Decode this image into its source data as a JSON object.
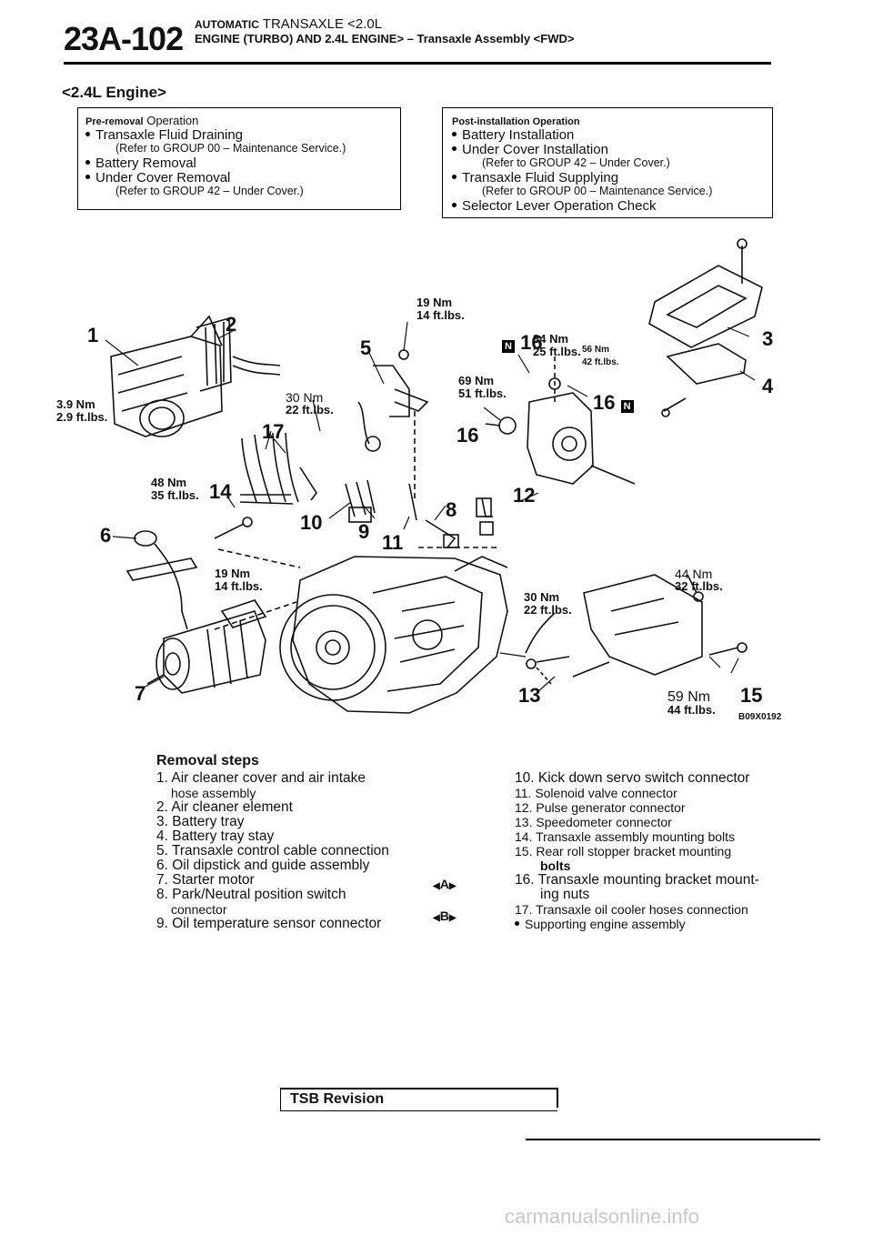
{
  "header": {
    "page_number": "23A-102",
    "line1_bold": "AUTOMATIC",
    "line1_rest": "TRANSAXLE <2.0L",
    "line2": "ENGINE (TURBO) AND 2.4L ENGINE> – Transaxle Assembly <FWD>"
  },
  "section_title": "<2.4L Engine>",
  "pre_removal": {
    "head_small": "Pre-removal",
    "head_rest": "Operation",
    "items": [
      {
        "text": "Transaxle Fluid Draining",
        "ref": "(Refer to GROUP 00 – Maintenance Service.)"
      },
      {
        "text": "Battery Removal",
        "ref": ""
      },
      {
        "text": "Under Cover Removal",
        "ref": "(Refer to GROUP 42 – Under Cover.)"
      }
    ]
  },
  "post_installation": {
    "head": "Post-installation Operation",
    "items": [
      {
        "text": "Battery Installation",
        "ref": ""
      },
      {
        "text": "Under Cover Installation",
        "ref": "(Refer to GROUP 42 – Under Cover.)"
      },
      {
        "text": "Transaxle Fluid Supplying",
        "ref": "(Refer to GROUP 00 – Maintenance Service.)"
      },
      {
        "text": "Selector Lever Operation Check",
        "ref": ""
      }
    ]
  },
  "diagram": {
    "figure_code": "B09X0192",
    "part_labels": [
      "1",
      "2",
      "3",
      "4",
      "5",
      "6",
      "7",
      "8",
      "9",
      "10",
      "11",
      "12",
      "13",
      "14",
      "15",
      "16",
      "16",
      "16",
      "17"
    ],
    "torques": {
      "t_3_9": [
        "3.9 Nm",
        "2.9 ft.lbs."
      ],
      "t_19a": [
        "19 Nm",
        "14 ft.lbs."
      ],
      "t_34": [
        "34 Nm",
        "25 ft.lbs."
      ],
      "t_56": [
        "56 Nm",
        "42 ft.lbs."
      ],
      "t_30a": [
        "30 Nm",
        "22 ft.lbs."
      ],
      "t_69": [
        "69 Nm",
        "51 ft.lbs."
      ],
      "t_48": [
        "48 Nm",
        "35 ft.lbs."
      ],
      "t_19b": [
        "19 Nm",
        "14 ft.lbs."
      ],
      "t_44": [
        "44 Nm",
        "32 ft.lbs."
      ],
      "t_30b": [
        "30 Nm",
        "22 ft.lbs."
      ],
      "t_59": [
        "59 Nm",
        "44 ft.lbs."
      ]
    },
    "badge": "N"
  },
  "removal": {
    "title": "Removal steps",
    "left": [
      "1. Air cleaner cover and air intake",
      "hose assembly",
      "2. Air cleaner element",
      "3. Battery tray",
      "4. Battery tray stay",
      "5. Transaxle control cable connection",
      "6. Oil dipstick and guide assembly",
      "7. Starter motor",
      "8. Park/Neutral position switch",
      "connector",
      "9. Oil temperature sensor connector"
    ],
    "markers": [
      "A",
      "B"
    ],
    "right": [
      "10. Kick down servo switch connector",
      "11. Solenoid valve connector",
      "12. Pulse generator connector",
      "13. Speedometer connector",
      "14. Transaxle assembly mounting bolts",
      "15. Rear roll stopper bracket mounting",
      "bolts",
      "16. Transaxle mounting bracket mount-",
      "ing nuts",
      "17. Transaxle oil cooler hoses connection",
      "Supporting engine assembly"
    ]
  },
  "footer": {
    "tsb": "TSB Revision",
    "watermark": "carmanualsonline.info"
  }
}
